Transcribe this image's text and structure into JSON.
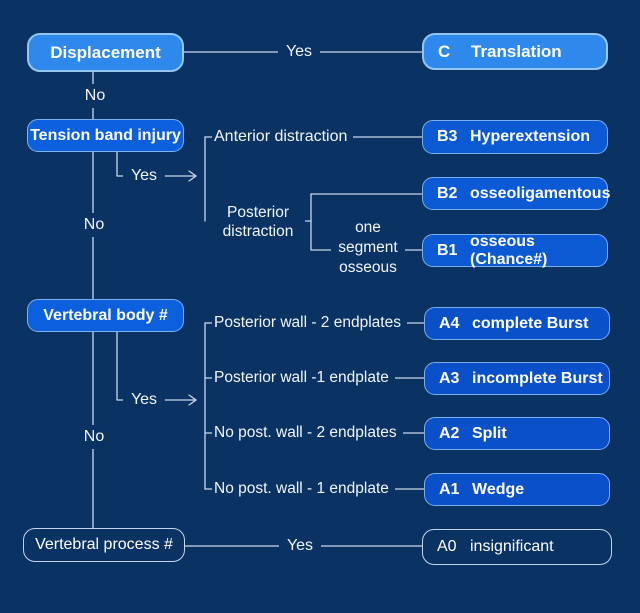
{
  "diagram": {
    "description": "Spinal injury classification decision tree",
    "colors": {
      "background": "#0a3363",
      "light_node_fill": "#2f88eb",
      "light_node_border": "#93c5f8",
      "decision_node_fill": "#0c60dd",
      "b_node_fill": "#0b5ad4",
      "a_node_fill": "#0a50c8",
      "node_border": "#7aaeee",
      "outline_node_border": "#c6d6ea",
      "wire": "#c9d8ea",
      "text": "#ffffff"
    }
  },
  "nodes": {
    "decisions": [
      {
        "label": "Displacement"
      },
      {
        "label": "Tension band injury"
      },
      {
        "label": "Vertebral body #"
      },
      {
        "label": "Vertebral process #"
      }
    ],
    "results": [
      {
        "code": "C",
        "name": "Translation"
      },
      {
        "code": "B3",
        "name": "Hyperextension"
      },
      {
        "code": "B2",
        "name": "osseoligamentous"
      },
      {
        "code": "B1",
        "name": "osseous (Chance#)"
      },
      {
        "code": "A4",
        "name": "complete Burst"
      },
      {
        "code": "A3",
        "name": "incomplete Burst"
      },
      {
        "code": "A2",
        "name": "Split"
      },
      {
        "code": "A1",
        "name": "Wedge"
      },
      {
        "code": "A0",
        "name": "insignificant"
      }
    ]
  },
  "labels": {
    "yes_top": "Yes",
    "no_1": "No",
    "yes_tension": "Yes",
    "no_2": "No",
    "yes_body": "Yes",
    "no_3": "No",
    "yes_bottom": "Yes",
    "anterior": "Anterior distraction",
    "posterior_line1": "Posterior",
    "posterior_line2": "distraction",
    "segment_line1": "one",
    "segment_line2": "segment",
    "segment_line3": "osseous",
    "branch_a4": "Posterior wall - 2 endplates",
    "branch_a3": "Posterior wall -1 endplate",
    "branch_a2": "No post. wall - 2 endplates",
    "branch_a1": "No post. wall - 1 endplate"
  }
}
